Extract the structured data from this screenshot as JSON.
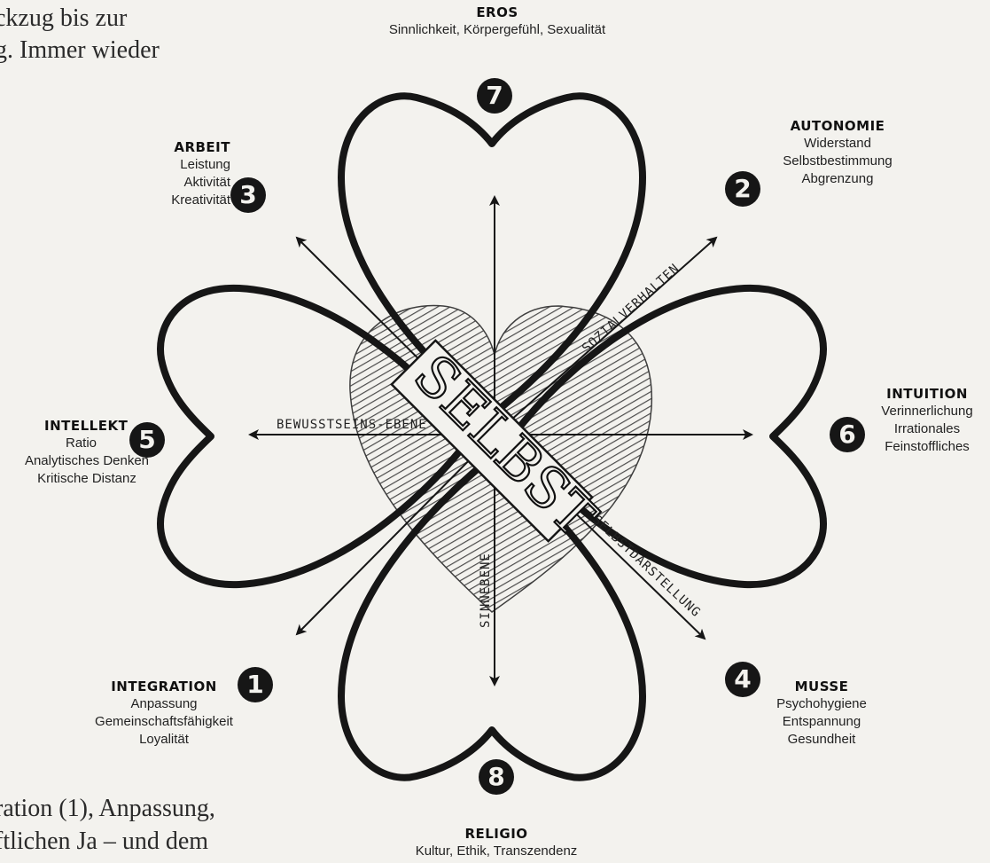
{
  "page": {
    "top_left_lines": [
      "ckzug bis zur",
      "g. Immer wieder"
    ],
    "bottom_left_lines": [
      "ration (1), Anpassung,",
      "ftlichen Ja – und dem"
    ]
  },
  "center_label": "SELBST",
  "axes": {
    "horizontal_left": "BEWUSSTSEINS-EBENE",
    "vertical_down": "SINNEBENE",
    "diag_up_right": "SOZIALVERHALTEN",
    "diag_down_right": "SELBSTDARSTELLUNG"
  },
  "leaves": [
    {
      "id": "eros",
      "number": "7",
      "title": "EROS",
      "lines": [
        "Sinnlichkeit, Körpergefühl, Sexualität"
      ]
    },
    {
      "id": "autonomie",
      "number": "2",
      "title": "AUTONOMIE",
      "lines": [
        "Widerstand",
        "Selbstbestimmung",
        "Abgrenzung"
      ]
    },
    {
      "id": "arbeit",
      "number": "3",
      "title": "ARBEIT",
      "lines": [
        "Leistung",
        "Aktivität",
        "Kreativität"
      ]
    },
    {
      "id": "intuition",
      "number": "6",
      "title": "INTUITION",
      "lines": [
        "Verinnerlichung",
        "Irrationales",
        "Feinstoffliches"
      ]
    },
    {
      "id": "intellekt",
      "number": "5",
      "title": "INTELLEKT",
      "lines": [
        "Ratio",
        "Analytisches Denken",
        "Kritische Distanz"
      ]
    },
    {
      "id": "integration",
      "number": "1",
      "title": "INTEGRATION",
      "lines": [
        "Anpassung",
        "Gemeinschaftsfähigkeit",
        "Loyalität"
      ]
    },
    {
      "id": "musse",
      "number": "4",
      "title": "MUSSE",
      "lines": [
        "Psychohygiene",
        "Entspannung",
        "Gesundheit"
      ]
    },
    {
      "id": "religio",
      "number": "8",
      "title": "RELIGIO",
      "lines": [
        "Kultur, Ethik, Transzendenz"
      ]
    }
  ],
  "colors": {
    "ink": "#161616",
    "paper": "#f3f2ee",
    "hatch": "#3a3a3a"
  },
  "icons": {
    "numbers": "filled-circle-digit",
    "arrows": "arrowhead"
  }
}
